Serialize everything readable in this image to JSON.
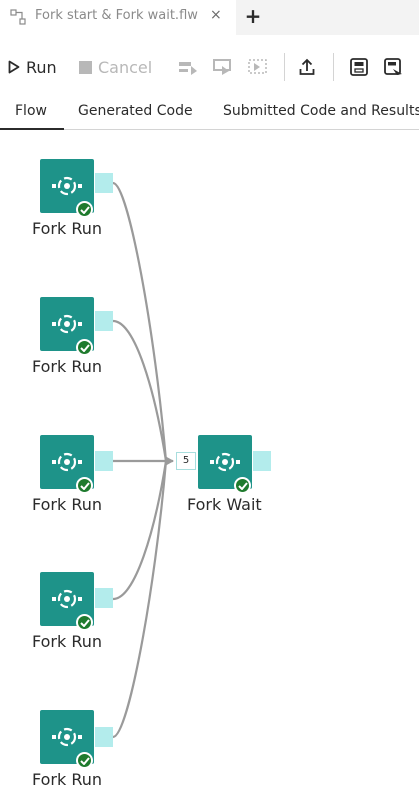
{
  "tab": {
    "title": "Fork start & Fork wait.flw",
    "close": "×",
    "new": "+"
  },
  "toolbar": {
    "run": "Run",
    "cancel": "Cancel"
  },
  "subtabs": [
    "Flow",
    "Generated Code",
    "Submitted Code and Results"
  ],
  "flow": {
    "run_nodes": [
      "Fork Run",
      "Fork Run",
      "Fork Run",
      "Fork Run",
      "Fork Run"
    ],
    "wait_node": "Fork Wait",
    "wait_inputs": "5"
  },
  "colors": {
    "node": "#1e9389",
    "port": "#b3ecec",
    "status_ok": "#1f7b2e"
  },
  "icons": [
    "flow-file-icon",
    "close-icon",
    "plus-icon",
    "play-icon",
    "stop-icon",
    "run-to-icon",
    "run-from-icon",
    "run-selected-icon",
    "upload-icon",
    "save-icon",
    "save-as-icon",
    "fork-node-icon",
    "checkmark-icon"
  ]
}
